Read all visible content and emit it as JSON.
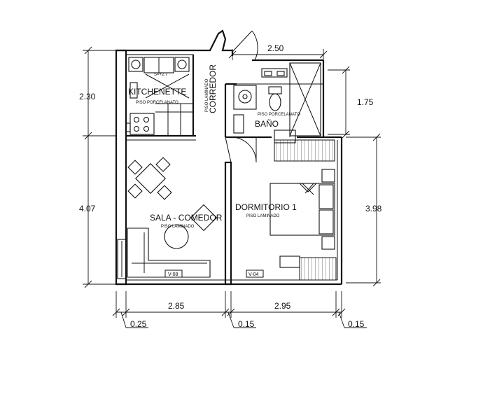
{
  "rooms": {
    "kitchenette": {
      "name": "KITCHENETTE",
      "floor": "PISO PORCELANATO"
    },
    "corredor": {
      "name": "CORREDOR",
      "floor": "PISO LAMINADO"
    },
    "bano": {
      "name": "BAÑO",
      "floor": "PISO PORCELANATO"
    },
    "sala": {
      "name": "SALA - COMEDOR",
      "floor": "PISO LAMINADO"
    },
    "dormitorio": {
      "name": "DORMITORIO 1",
      "floor": "PISO LAMINADO"
    }
  },
  "dimensions": {
    "left_top": "2.30",
    "left_bottom": "4.07",
    "top_bath": "2.50",
    "right_top": "1.75",
    "right_bottom": "3.98",
    "bottom_left": "2.85",
    "bottom_right": "2.95",
    "wall_left": "0.25",
    "wall_middle": "0.15",
    "wall_right": "0.15"
  },
  "tags": {
    "window_sala": "V-08",
    "window_dorm": "V-04",
    "stair_mark": "S=+2.7"
  }
}
